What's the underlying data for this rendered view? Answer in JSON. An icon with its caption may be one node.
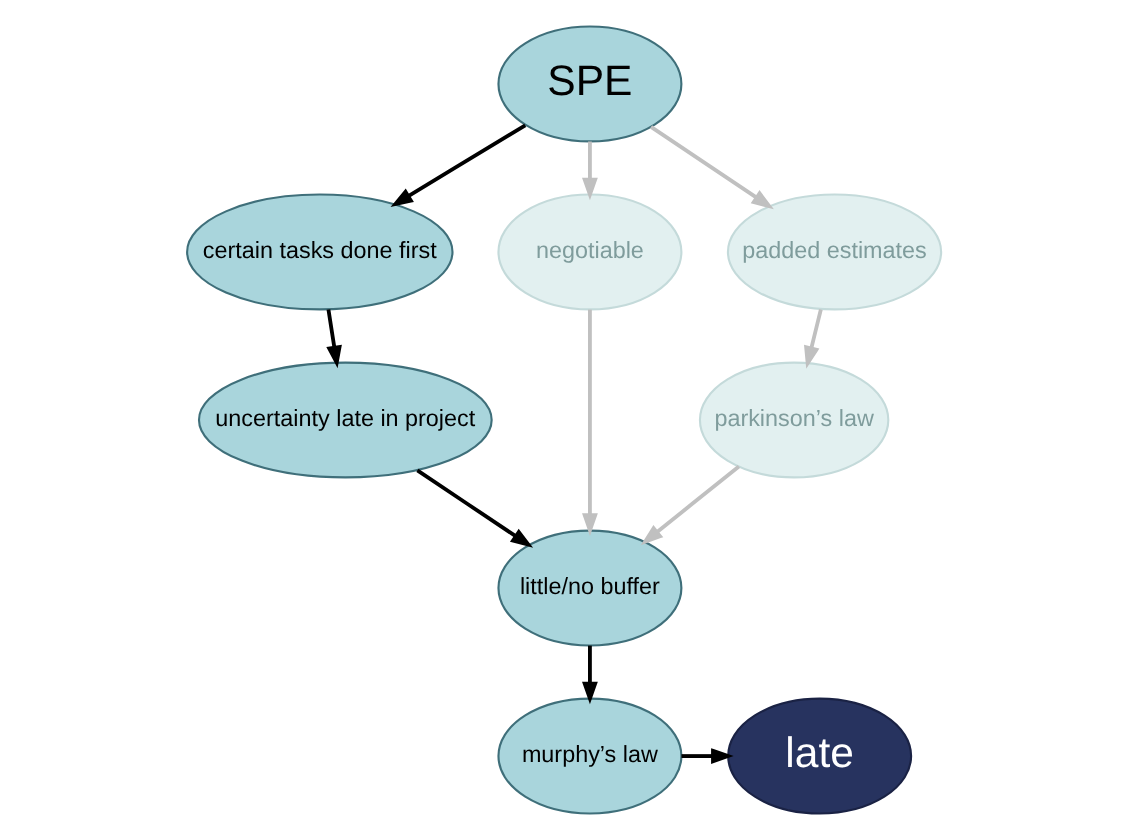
{
  "diagram": {
    "nodes": [
      {
        "text": [
          "SPE"
        ]
      },
      {
        "text": [
          "certain tasks done first"
        ]
      },
      {
        "text": [
          "negotiable"
        ]
      },
      {
        "text": [
          "padded estimates"
        ]
      },
      {
        "text": [
          "uncertainty late in project"
        ]
      },
      {
        "text": [
          "parkinson’s law"
        ]
      },
      {
        "text": [
          "little/no buffer"
        ]
      },
      {
        "text": [
          "murphy’s law"
        ]
      },
      {
        "text": [
          "late"
        ]
      }
    ],
    "edges": [
      {
        "from": 0,
        "to": 1,
        "arrow": "to"
      },
      {
        "from": 0,
        "to": 2,
        "arrow": "to",
        "color": "#c0c0c0"
      },
      {
        "from": 0,
        "to": 3,
        "arrow": "to",
        "color": "#c0c0c0"
      },
      {
        "from": 1,
        "to": 4,
        "arrow": "to"
      },
      {
        "from": 3,
        "to": 5,
        "arrow": "to",
        "color": "#c0c0c0"
      },
      {
        "from": 2,
        "to": 6,
        "arrow": "to",
        "color": "#c0c0c0"
      },
      {
        "from": 4,
        "to": 6,
        "arrow": "to"
      },
      {
        "from": 5,
        "to": 6,
        "arrow": "to",
        "color": "#c0c0c0"
      },
      {
        "from": 6,
        "to": 7,
        "arrow": "to"
      },
      {
        "from": 7,
        "to": 8,
        "arrow": "to"
      }
    ]
  }
}
